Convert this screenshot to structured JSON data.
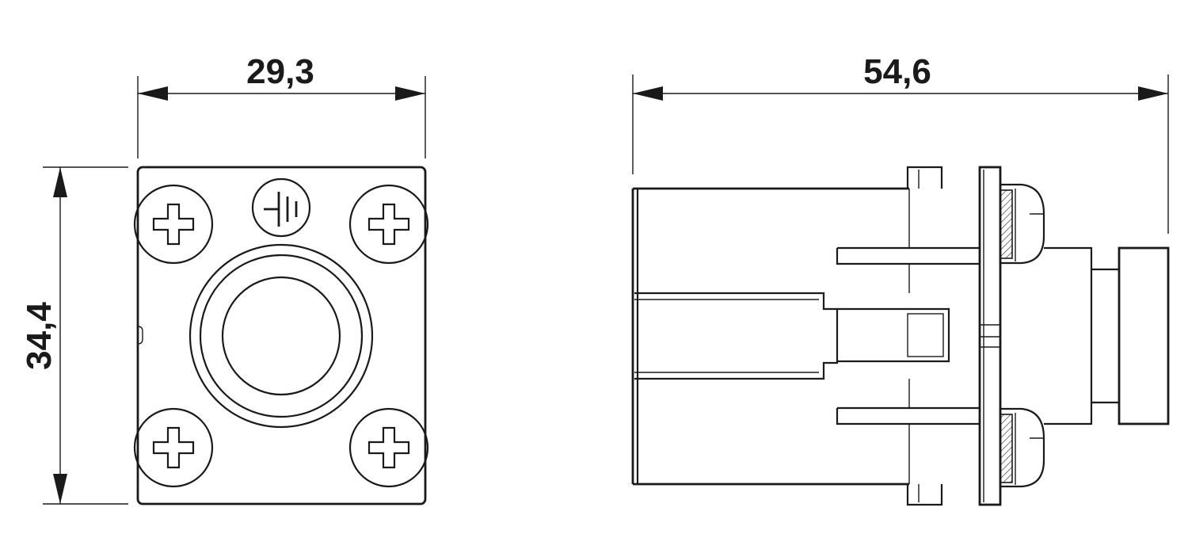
{
  "drawing": {
    "front_view": {
      "width_dimension": "29,3",
      "height_dimension": "34,4",
      "screws": [
        "screw-top-left",
        "screw-top-right",
        "screw-bottom-left",
        "screw-bottom-right"
      ],
      "ground_symbol": "ground-icon"
    },
    "side_view": {
      "length_dimension": "54,6"
    },
    "colors": {
      "line": "#1a1a1a",
      "background": "#ffffff"
    }
  }
}
